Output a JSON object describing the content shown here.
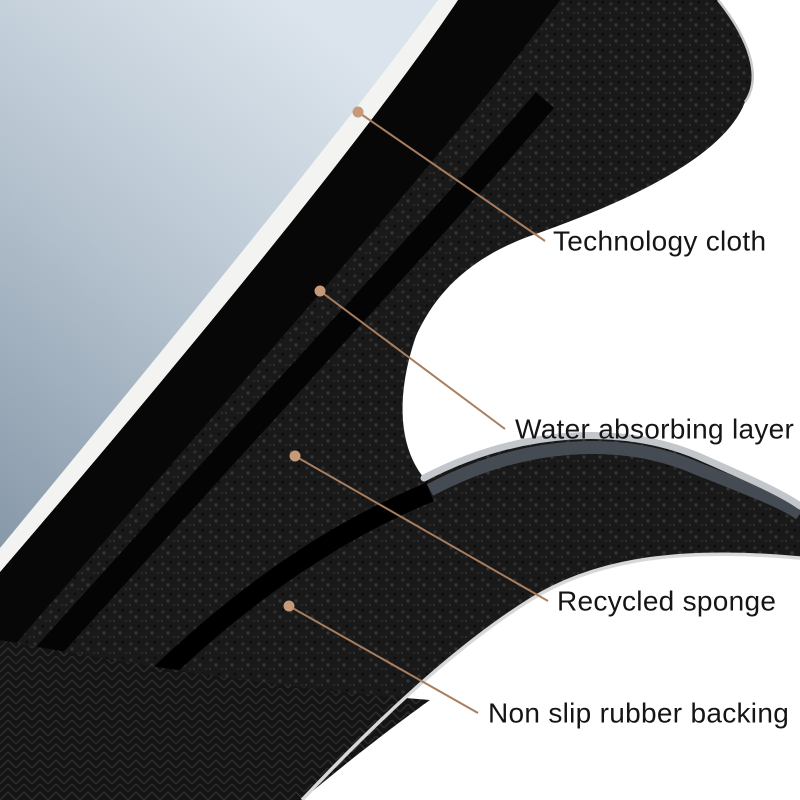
{
  "callouts": [
    {
      "label": "Technology cloth"
    },
    {
      "label": "Water absorbing layer"
    },
    {
      "label": "Recycled sponge"
    },
    {
      "label": "Non slip rubber backing"
    }
  ],
  "style": {
    "line_color": "#a87e5e",
    "dot_color": "#c69a78",
    "label_color": "#151515",
    "background": "#ffffff",
    "fabric_light": "#d9e2ea",
    "fabric_dark": "#8798a9"
  }
}
